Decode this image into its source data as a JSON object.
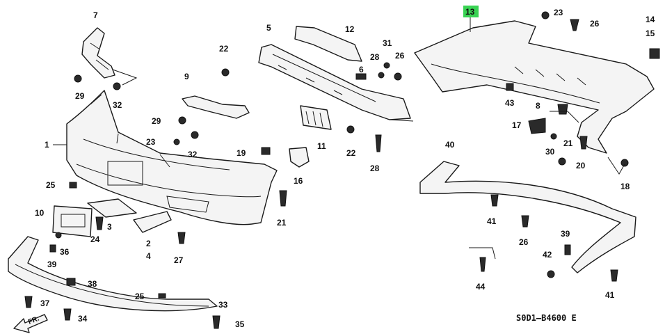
{
  "diagram_code": "S0D1–B4600 E",
  "front_marker": "FR.",
  "highlight_color": "#39d353",
  "callouts": [
    {
      "id": "c1",
      "text": "1"
    },
    {
      "id": "c2",
      "text": "2"
    },
    {
      "id": "c3",
      "text": "3"
    },
    {
      "id": "c4",
      "text": "4"
    },
    {
      "id": "c5",
      "text": "5"
    },
    {
      "id": "c6",
      "text": "6"
    },
    {
      "id": "c7",
      "text": "7"
    },
    {
      "id": "c8",
      "text": "8"
    },
    {
      "id": "c9",
      "text": "9"
    },
    {
      "id": "c10",
      "text": "10"
    },
    {
      "id": "c11",
      "text": "11"
    },
    {
      "id": "c12",
      "text": "12"
    },
    {
      "id": "c13",
      "text": "13",
      "highlight": true
    },
    {
      "id": "c14",
      "text": "14"
    },
    {
      "id": "c15",
      "text": "15"
    },
    {
      "id": "c16",
      "text": "16"
    },
    {
      "id": "c17",
      "text": "17"
    },
    {
      "id": "c18",
      "text": "18"
    },
    {
      "id": "c19",
      "text": "19"
    },
    {
      "id": "c20",
      "text": "20"
    },
    {
      "id": "c21a",
      "text": "21"
    },
    {
      "id": "c21b",
      "text": "21"
    },
    {
      "id": "c22a",
      "text": "22"
    },
    {
      "id": "c22b",
      "text": "22"
    },
    {
      "id": "c23a",
      "text": "23"
    },
    {
      "id": "c23b",
      "text": "23"
    },
    {
      "id": "c24",
      "text": "24"
    },
    {
      "id": "c25a",
      "text": "25"
    },
    {
      "id": "c25b",
      "text": "25"
    },
    {
      "id": "c26a",
      "text": "26"
    },
    {
      "id": "c26b",
      "text": "26"
    },
    {
      "id": "c26c",
      "text": "26"
    },
    {
      "id": "c27",
      "text": "27"
    },
    {
      "id": "c28a",
      "text": "28"
    },
    {
      "id": "c28b",
      "text": "28"
    },
    {
      "id": "c29a",
      "text": "29"
    },
    {
      "id": "c29b",
      "text": "29"
    },
    {
      "id": "c30",
      "text": "30"
    },
    {
      "id": "c31",
      "text": "31"
    },
    {
      "id": "c32a",
      "text": "32"
    },
    {
      "id": "c32b",
      "text": "32"
    },
    {
      "id": "c33",
      "text": "33"
    },
    {
      "id": "c34",
      "text": "34"
    },
    {
      "id": "c35",
      "text": "35"
    },
    {
      "id": "c36",
      "text": "36"
    },
    {
      "id": "c37",
      "text": "37"
    },
    {
      "id": "c38",
      "text": "38"
    },
    {
      "id": "c39a",
      "text": "39"
    },
    {
      "id": "c39b",
      "text": "39"
    },
    {
      "id": "c40",
      "text": "40"
    },
    {
      "id": "c41a",
      "text": "41"
    },
    {
      "id": "c41b",
      "text": "41"
    },
    {
      "id": "c42",
      "text": "42"
    },
    {
      "id": "c43",
      "text": "43"
    },
    {
      "id": "c44",
      "text": "44"
    }
  ]
}
